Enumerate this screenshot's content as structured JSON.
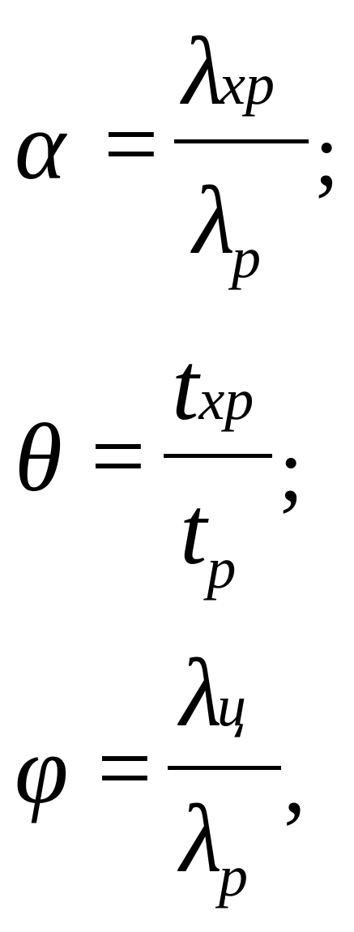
{
  "formulas": [
    {
      "lhs": "α",
      "eq": "=",
      "num_main": "λ",
      "num_sub": "хр",
      "den_main": "λ",
      "den_sub": "р",
      "punct": ";"
    },
    {
      "lhs": "θ",
      "eq": "=",
      "num_main": "t",
      "num_sub": "хр",
      "den_main": "t",
      "den_sub": "р",
      "punct": ";"
    },
    {
      "lhs": "φ",
      "eq": "=",
      "num_main": "λ",
      "num_sub": "ц",
      "den_main": "λ",
      "den_sub": "р",
      "punct": ","
    }
  ]
}
